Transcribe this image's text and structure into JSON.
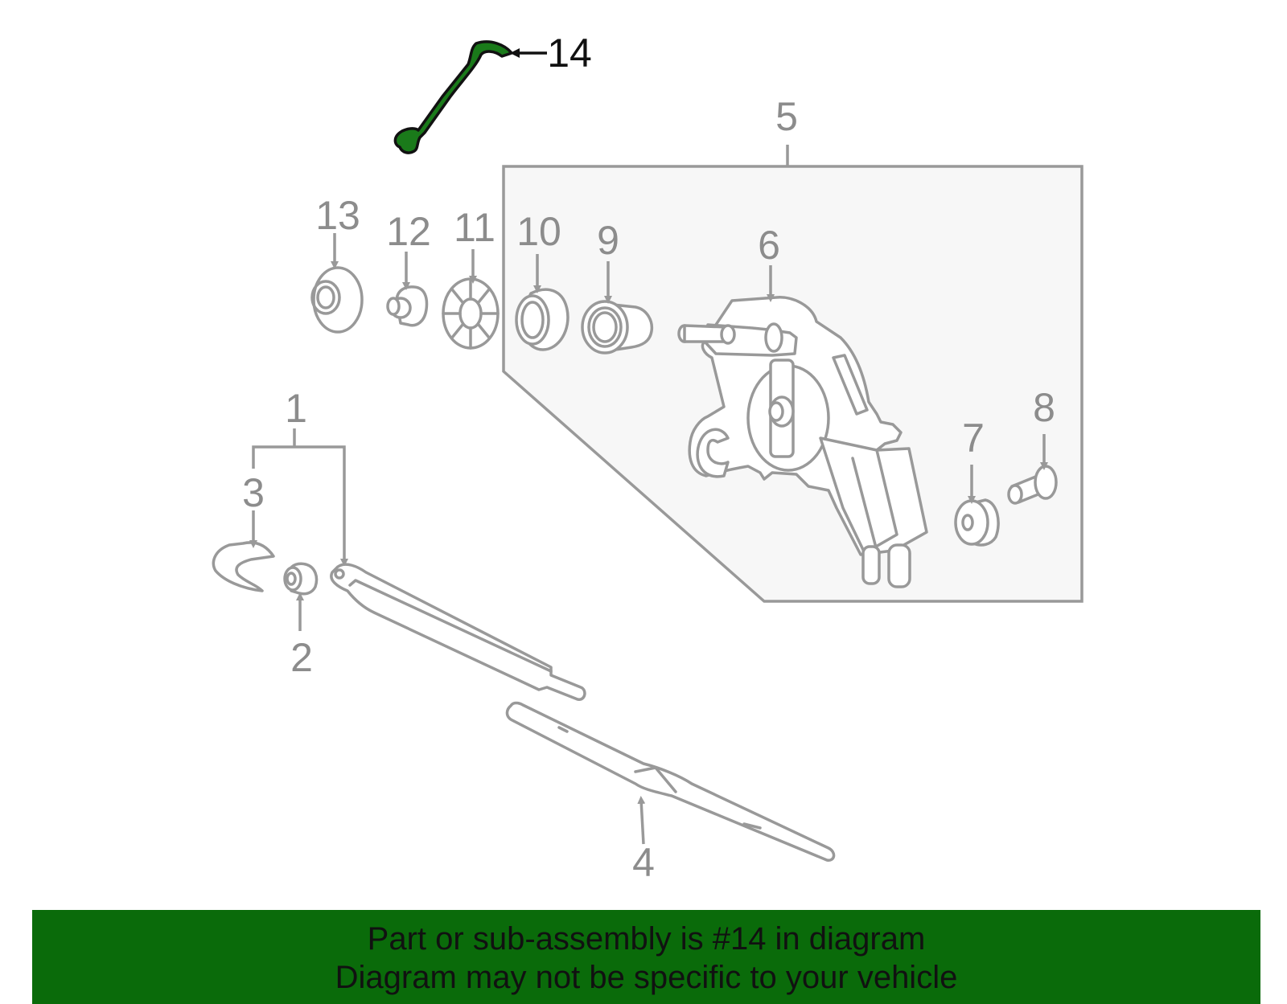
{
  "callouts": {
    "c1": "1",
    "c2": "2",
    "c3": "3",
    "c4": "4",
    "c5": "5",
    "c6": "6",
    "c7": "7",
    "c8": "8",
    "c9": "9",
    "c10": "10",
    "c11": "11",
    "c12": "12",
    "c13": "13",
    "c14": "14"
  },
  "highlight": {
    "part": "14",
    "color": "#1a7a1a"
  },
  "banner": {
    "line1": "Part or sub-assembly is #14 in diagram",
    "line2": "Diagram may not be specific to your vehicle",
    "color": "#0a6b0a"
  }
}
